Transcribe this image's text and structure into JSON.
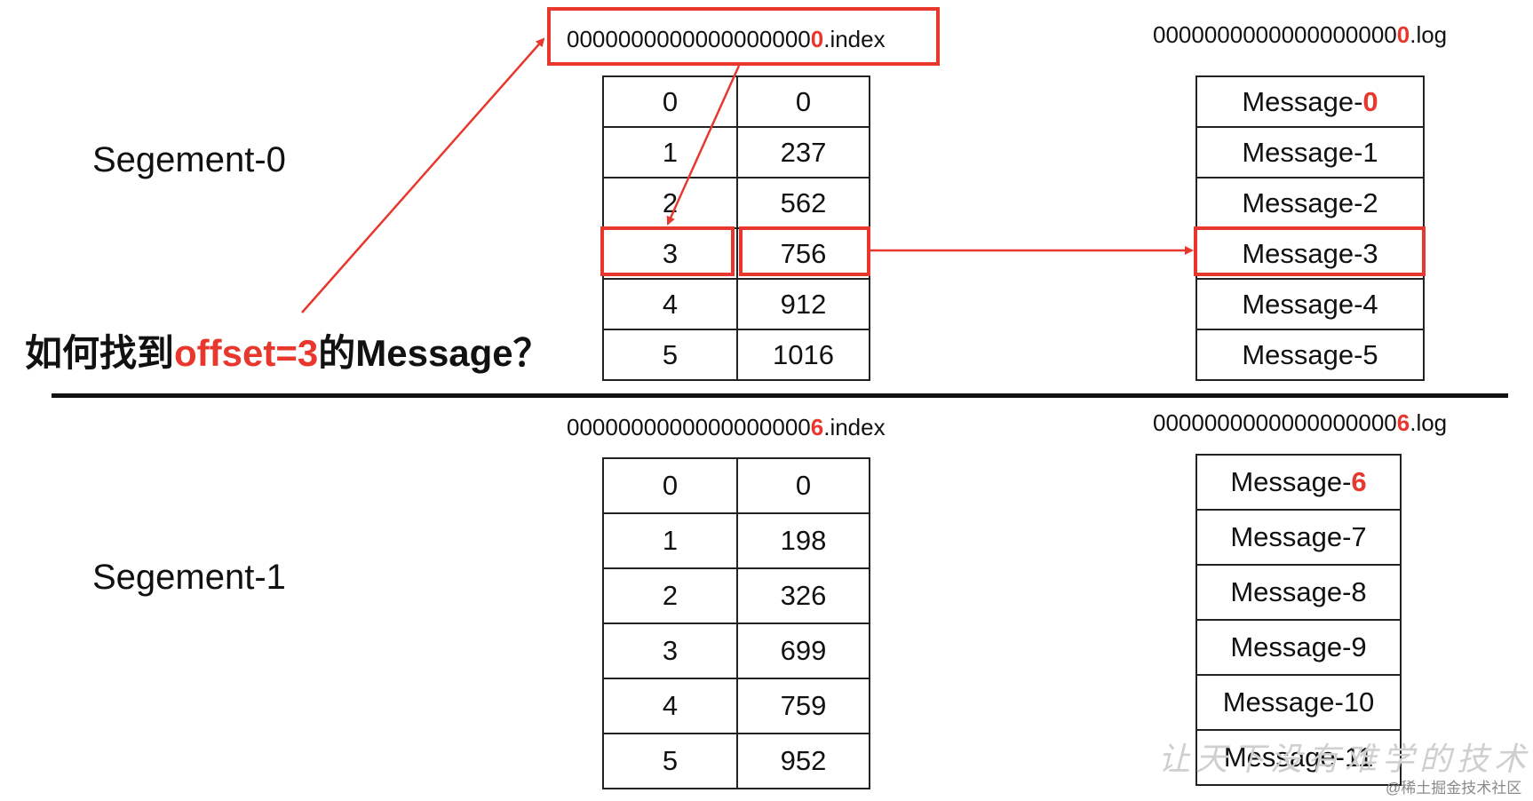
{
  "segment0": {
    "label": "Segement-0",
    "index_file": {
      "prefix": "0000000000000000000",
      "hl": "0",
      "suffix": ".index"
    },
    "log_file": {
      "prefix": "0000000000000000000",
      "hl": "0",
      "suffix": ".log"
    },
    "index_rows": [
      {
        "offset": "0",
        "position": "0"
      },
      {
        "offset": "1",
        "position": "237"
      },
      {
        "offset": "2",
        "position": "562"
      },
      {
        "offset": "3",
        "position": "756"
      },
      {
        "offset": "4",
        "position": "912"
      },
      {
        "offset": "5",
        "position": "1016"
      }
    ],
    "messages": [
      {
        "prefix": "Message-",
        "num": "0",
        "hl": true
      },
      {
        "prefix": "Message-",
        "num": "1",
        "hl": false
      },
      {
        "prefix": "Message-",
        "num": "2",
        "hl": false
      },
      {
        "prefix": "Message-",
        "num": "3",
        "hl": false
      },
      {
        "prefix": "Message-",
        "num": "4",
        "hl": false
      },
      {
        "prefix": "Message-",
        "num": "5",
        "hl": false
      }
    ]
  },
  "segment1": {
    "label": "Segement-1",
    "index_file": {
      "prefix": "0000000000000000000",
      "hl": "6",
      "suffix": ".index"
    },
    "log_file": {
      "prefix": "0000000000000000000",
      "hl": "6",
      "suffix": ".log"
    },
    "index_rows": [
      {
        "offset": "0",
        "position": "0"
      },
      {
        "offset": "1",
        "position": "198"
      },
      {
        "offset": "2",
        "position": "326"
      },
      {
        "offset": "3",
        "position": "699"
      },
      {
        "offset": "4",
        "position": "759"
      },
      {
        "offset": "5",
        "position": "952"
      }
    ],
    "messages": [
      {
        "prefix": "Message-",
        "num": "6",
        "hl": true
      },
      {
        "prefix": "Message-",
        "num": "7",
        "hl": false
      },
      {
        "prefix": "Message-",
        "num": "8",
        "hl": false
      },
      {
        "prefix": "Message-",
        "num": "9",
        "hl": false
      },
      {
        "prefix": "Message-",
        "num": "10",
        "hl": false
      },
      {
        "prefix": "Message-",
        "num": "11",
        "hl": false
      }
    ]
  },
  "question": {
    "pre": "如何找到",
    "hl": "offset=3",
    "post": "的Message？"
  },
  "watermark": "让天下没有难学的技术",
  "credit": "@稀土掘金技术社区",
  "colors": {
    "highlight": "#e8372c",
    "line": "#222222"
  }
}
